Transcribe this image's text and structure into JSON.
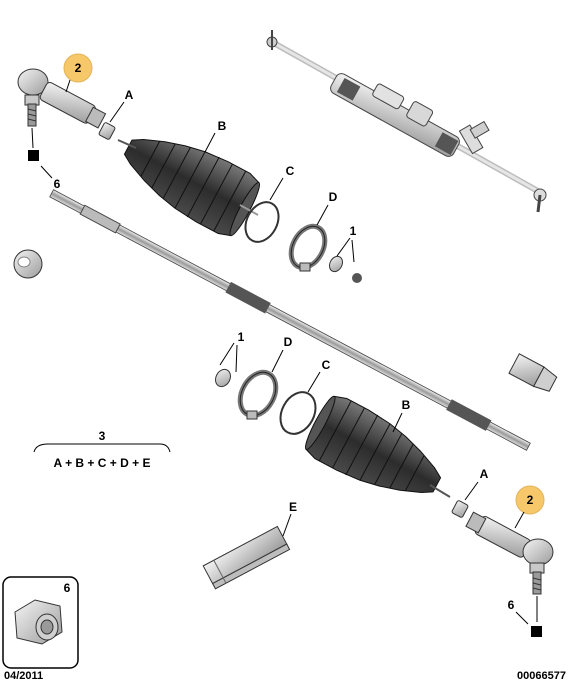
{
  "callouts": {
    "tie_rod_end_top": "2",
    "nut_top": "6",
    "clip_a_top": "A",
    "boot_b_top": "B",
    "clamp_c_top": "C",
    "clamp_d_top": "D",
    "rod_1_top": "1",
    "rod_1_bottom": "1",
    "clamp_d_bottom": "D",
    "clamp_c_bottom": "C",
    "boot_b_bottom": "B",
    "clip_a_bottom": "A",
    "tie_rod_end_bottom": "2",
    "nut_bottom": "6",
    "grease_e": "E",
    "nut_inset": "6"
  },
  "kit": {
    "number": "3",
    "formula": "A + B + C + D + E"
  },
  "footer": {
    "date": "04/2011",
    "reference": "00066577"
  },
  "colors": {
    "highlight": "#f6c86a",
    "highlight_stroke": "#d99a2b",
    "boot": "#3a3a3a",
    "metal": "#d4d4d4"
  }
}
